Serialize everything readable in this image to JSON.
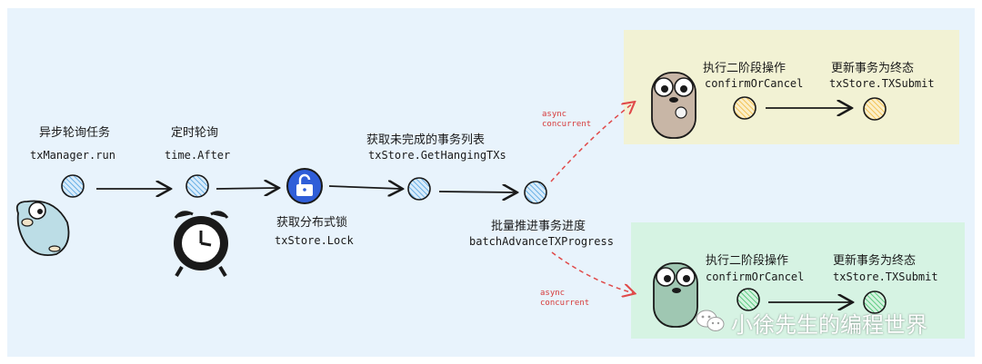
{
  "nodes": {
    "n1": {
      "title": "异步轮询任务",
      "code": "txManager.run"
    },
    "n2": {
      "title": "定时轮询",
      "code": "time.After"
    },
    "n3": {
      "title": "获取分布式锁",
      "code": "txStore.Lock"
    },
    "n4": {
      "title": "获取未完成的事务列表",
      "code": "txStore.GetHangingTXs"
    },
    "n5": {
      "title": "批量推进事务进度",
      "code": "batchAdvanceTXProgress"
    }
  },
  "branch_top": {
    "step1": {
      "title": "执行二阶段操作",
      "code": "confirmOrCancel"
    },
    "step2": {
      "title": "更新事务为终态",
      "code": "txStore.TXSubmit"
    },
    "label_line1": "async",
    "label_line2": "concurrent"
  },
  "branch_bottom": {
    "step1": {
      "title": "执行二阶段操作",
      "code": "confirmOrCancel"
    },
    "step2": {
      "title": "更新事务为终态",
      "code": "txStore.TXSubmit"
    },
    "label_line1": "async",
    "label_line2": "concurrent"
  },
  "watermark": "小徐先生的编程世界",
  "colors": {
    "background": "#e8f3fc",
    "node_blue": "#4a9fe0",
    "node_yellow": "#f0b73a",
    "node_green": "#3fc06a",
    "lock_badge": "#2f5ed8",
    "dashed_arrow": "#e04a4a",
    "panel_top": "#f2f2d4",
    "panel_bottom": "#d6f3e3"
  },
  "icons": [
    "gopher-icon",
    "alarm-clock-icon",
    "lock-icon",
    "wechat-icon"
  ]
}
